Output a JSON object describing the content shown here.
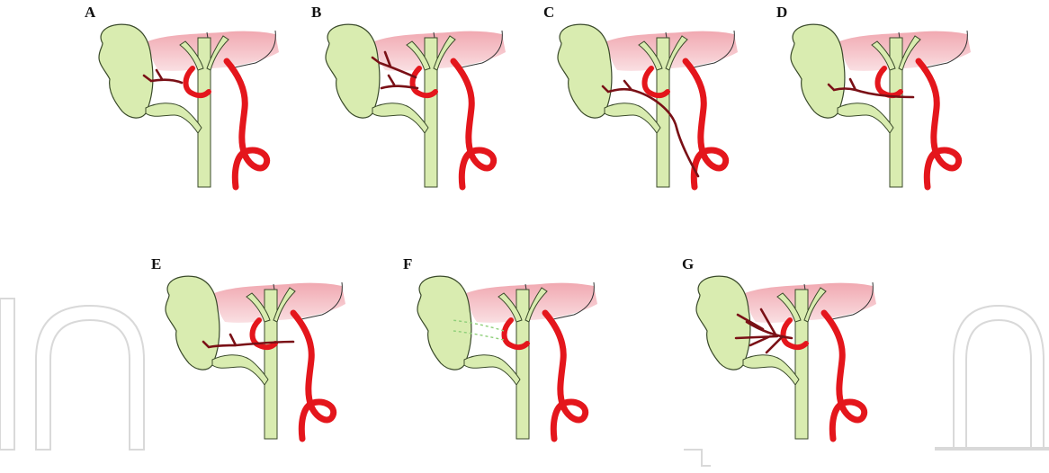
{
  "colors": {
    "gallbladder_fill": "#d9ecb0",
    "outline": "#3a4a2a",
    "liver": "#f0a4ad",
    "artery": "#e4161c",
    "cystic_artery": "#7a1016",
    "accessory_artery": "#8fcf7a",
    "watermark": "#d7d7d7"
  },
  "panels": [
    {
      "label": "A",
      "variant": "single-branch-short"
    },
    {
      "label": "B",
      "variant": "double-artery"
    },
    {
      "label": "C",
      "variant": "long-low-origin"
    },
    {
      "label": "D",
      "variant": "from-left-branch"
    },
    {
      "label": "E",
      "variant": "from-left-crossing"
    },
    {
      "label": "F",
      "variant": "absent-dashed"
    },
    {
      "label": "G",
      "variant": "multiple-branches"
    }
  ]
}
